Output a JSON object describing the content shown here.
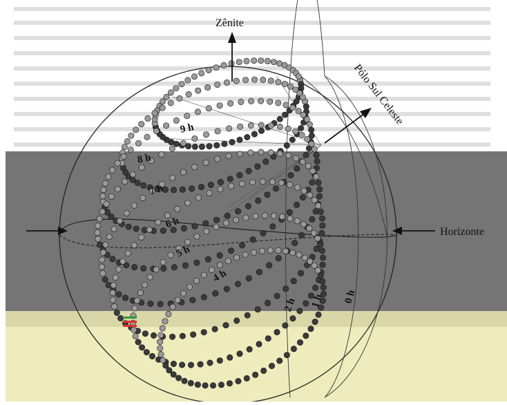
{
  "labels": {
    "zenith": "Zênite",
    "south_pole": "Pólo Sul Celeste",
    "horizon": "Horizonte"
  },
  "hour_labels": [
    "9 h",
    "8 h",
    "7 h",
    "6 h",
    "5 h",
    "4 h",
    "2 h",
    "1 h",
    "0 h"
  ],
  "colors": {
    "dark_band": "#6e6e6e",
    "light_band": "#ebe9b2",
    "ink": "#111111",
    "bead_fill": "#3a3a3a",
    "marker_red": "#e0312c",
    "marker_green": "#2e9a3a"
  }
}
